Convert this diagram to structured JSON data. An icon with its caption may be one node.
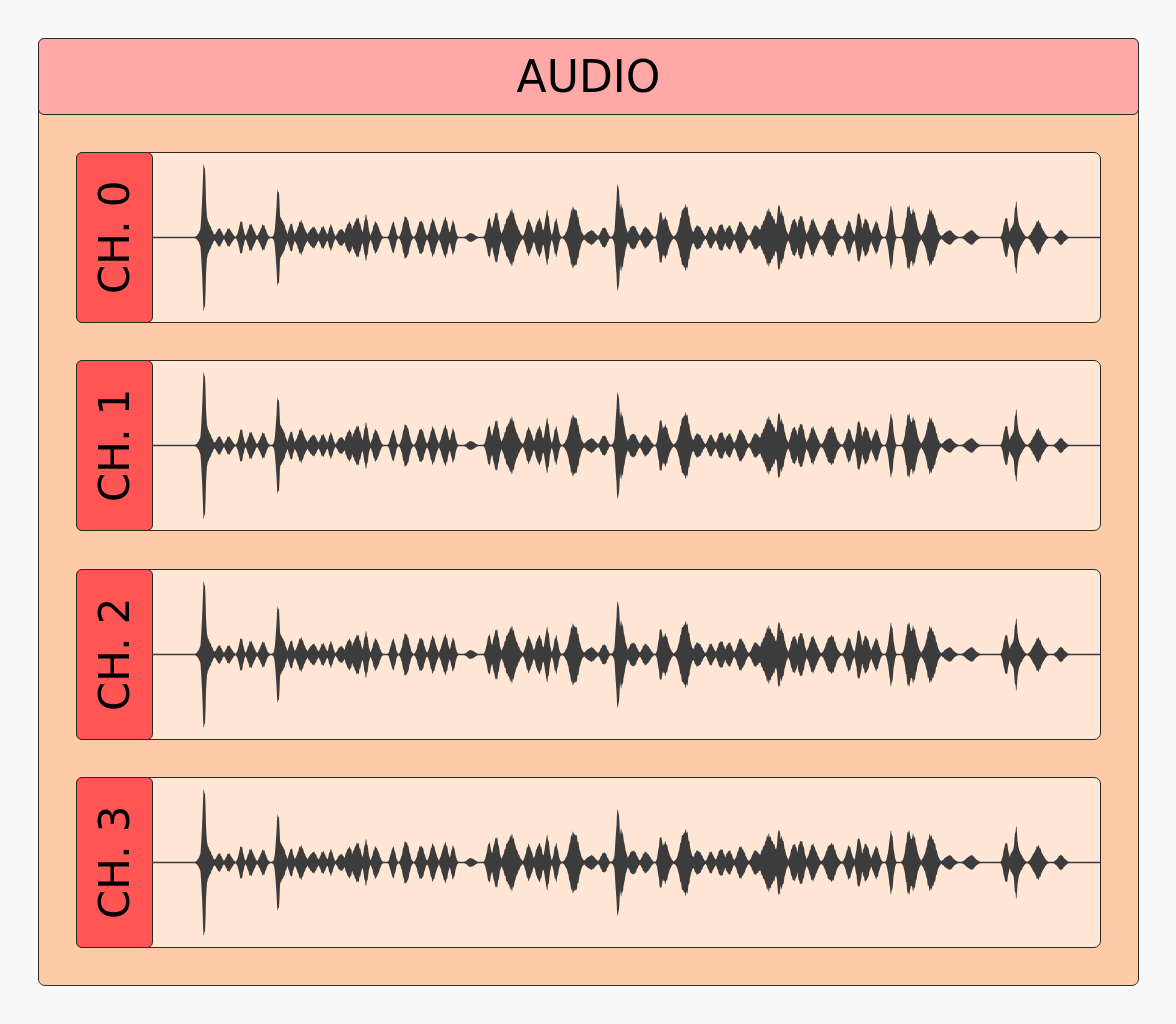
{
  "diagram": {
    "nodes": [
      {
        "text": [
          "AUDIO"
        ]
      },
      {
        "text": [
          "CH. 0"
        ],
        "in": 0
      },
      {
        "text": [
          "CH. 1"
        ],
        "in": 0
      },
      {
        "text": [
          "CH. 2"
        ],
        "in": 0
      },
      {
        "text": [
          "CH. 3"
        ],
        "in": 0
      }
    ]
  }
}
